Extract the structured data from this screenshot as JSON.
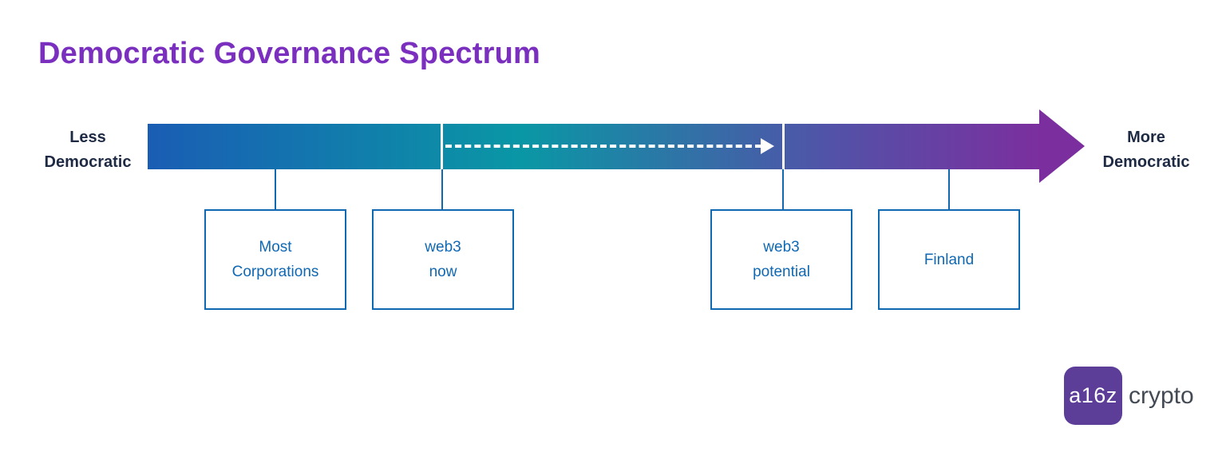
{
  "title": "Democratic Governance Spectrum",
  "axis": {
    "left_label_line1": "Less",
    "left_label_line2": "Democratic",
    "right_label_line1": "More",
    "right_label_line2": "Democratic"
  },
  "boxes": [
    {
      "label": "Most Corporations",
      "lines": [
        "Most",
        "Corporations"
      ]
    },
    {
      "label": "web3 now",
      "lines": [
        "web3",
        "now"
      ]
    },
    {
      "label": "web3 potential",
      "lines": [
        "web3",
        "potential"
      ]
    },
    {
      "label": "Finland",
      "lines": [
        "Finland"
      ]
    }
  ],
  "logo": {
    "badge": "a16z",
    "text": "crypto"
  },
  "colors": {
    "title-purple": "#7a2fbf",
    "navy": "#1e2a44",
    "box-blue": "#1068b3",
    "grad-1": "#1a5db4",
    "grad-2": "#0a97a5",
    "grad-3": "#5153a8",
    "grad-4": "#7b2f9e",
    "logo-purple": "#5c3e99",
    "logo-gray": "#434a54"
  }
}
